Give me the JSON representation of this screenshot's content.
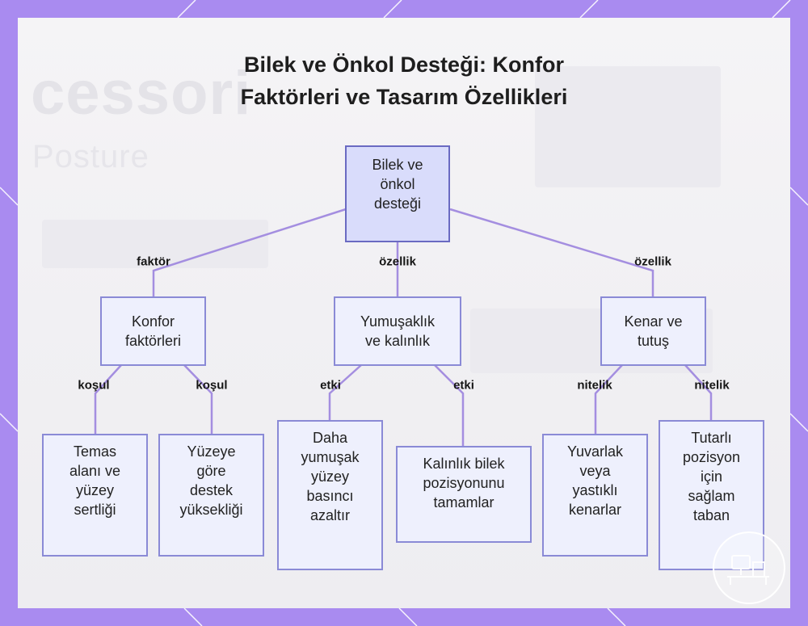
{
  "title": {
    "line1": "Bilek ve Önkol Desteği: Konfor",
    "line2": "Faktörleri ve Tasarım Özellikleri"
  },
  "background": {
    "ghost_word": "cessori",
    "ghost_word2": "Posture"
  },
  "colors": {
    "frame": "#a98bf0",
    "node_border": "#8a8ad6",
    "root_fill": "#d9dcfb",
    "node_fill": "#eef0fd",
    "edge": "#a48ee0"
  },
  "root": {
    "lines": [
      "Bilek ve",
      "önkol",
      "desteği"
    ]
  },
  "branches": [
    {
      "edge_label": "faktör",
      "lines": [
        "Konfor",
        "faktörleri"
      ],
      "children": [
        {
          "edge_label": "koşul",
          "lines": [
            "Temas",
            "alanı ve",
            "yüzey",
            "sertliği"
          ]
        },
        {
          "edge_label": "koşul",
          "lines": [
            "Yüzeye",
            "göre",
            "destek",
            "yüksekliği"
          ]
        }
      ]
    },
    {
      "edge_label": "özellik",
      "lines": [
        "Yumuşaklık",
        "ve kalınlık"
      ],
      "children": [
        {
          "edge_label": "etki",
          "lines": [
            "Daha",
            "yumuşak",
            "yüzey",
            "basıncı",
            "azaltır"
          ]
        },
        {
          "edge_label": "etki",
          "lines": [
            "Kalınlık bilek",
            "pozisyonunu",
            "tamamlar"
          ]
        }
      ]
    },
    {
      "edge_label": "özellik",
      "lines": [
        "Kenar ve",
        "tutuş"
      ],
      "children": [
        {
          "edge_label": "nitelik",
          "lines": [
            "Yuvarlak",
            "veya",
            "yastıklı",
            "kenarlar"
          ]
        },
        {
          "edge_label": "nitelik",
          "lines": [
            "Tutarlı",
            "pozisyon",
            "için",
            "sağlam",
            "taban"
          ]
        }
      ]
    }
  ]
}
